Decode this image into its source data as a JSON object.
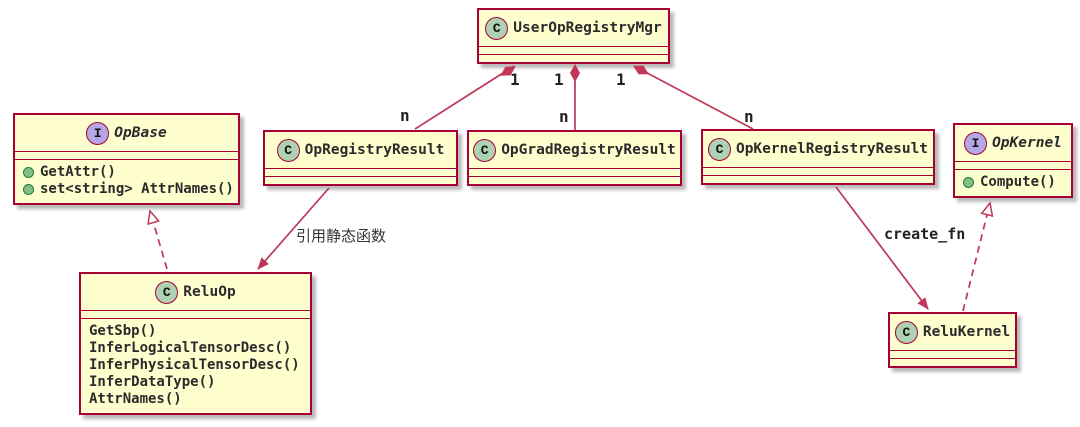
{
  "icons": {
    "class_letter": "C",
    "interface_letter": "I"
  },
  "classes": {
    "user_op_registry_mgr": {
      "kind": "class",
      "name": "UserOpRegistryMgr"
    },
    "op_base": {
      "kind": "interface",
      "name": "OpBase",
      "methods": [
        "GetAttr()",
        "set<string> AttrNames()"
      ]
    },
    "op_registry_result": {
      "kind": "class",
      "name": "OpRegistryResult"
    },
    "op_grad_registry_result": {
      "kind": "class",
      "name": "OpGradRegistryResult"
    },
    "op_kernel_registry_result": {
      "kind": "class",
      "name": "OpKernelRegistryResult"
    },
    "op_kernel": {
      "kind": "interface",
      "name": "OpKernel",
      "methods": [
        "Compute()"
      ]
    },
    "relu_op": {
      "kind": "class",
      "name": "ReluOp",
      "methods": [
        "GetSbp()",
        "InferLogicalTensorDesc()",
        "InferPhysicalTensorDesc()",
        "InferDataType()",
        "AttrNames()"
      ]
    },
    "relu_kernel": {
      "kind": "class",
      "name": "ReluKernel"
    }
  },
  "edges": {
    "compositions": [
      {
        "from": "UserOpRegistryMgr",
        "to": "OpRegistryResult",
        "from_label": "1",
        "to_label": "n"
      },
      {
        "from": "UserOpRegistryMgr",
        "to": "OpGradRegistryResult",
        "from_label": "1",
        "to_label": "n"
      },
      {
        "from": "UserOpRegistryMgr",
        "to": "OpKernelRegistryResult",
        "from_label": "1",
        "to_label": "n"
      }
    ],
    "ref_static": {
      "from": "OpRegistryResult",
      "to": "ReluOp",
      "label": "引用静态函数"
    },
    "create_fn": {
      "from": "OpKernelRegistryResult",
      "to": "ReluKernel",
      "label": "create_fn"
    },
    "realizations": [
      {
        "from": "ReluOp",
        "to": "OpBase"
      },
      {
        "from": "ReluKernel",
        "to": "OpKernel"
      }
    ]
  },
  "colors": {
    "background": "#FFFFFF",
    "node_fill": "#FEFECE",
    "node_border": "#A80036",
    "relation_line": "#C03758",
    "class_icon_fill": "#ADD1B2",
    "interface_icon_fill": "#B4A7E5",
    "public_method_dot": "#84BE84",
    "text": "#2B2B2B"
  }
}
